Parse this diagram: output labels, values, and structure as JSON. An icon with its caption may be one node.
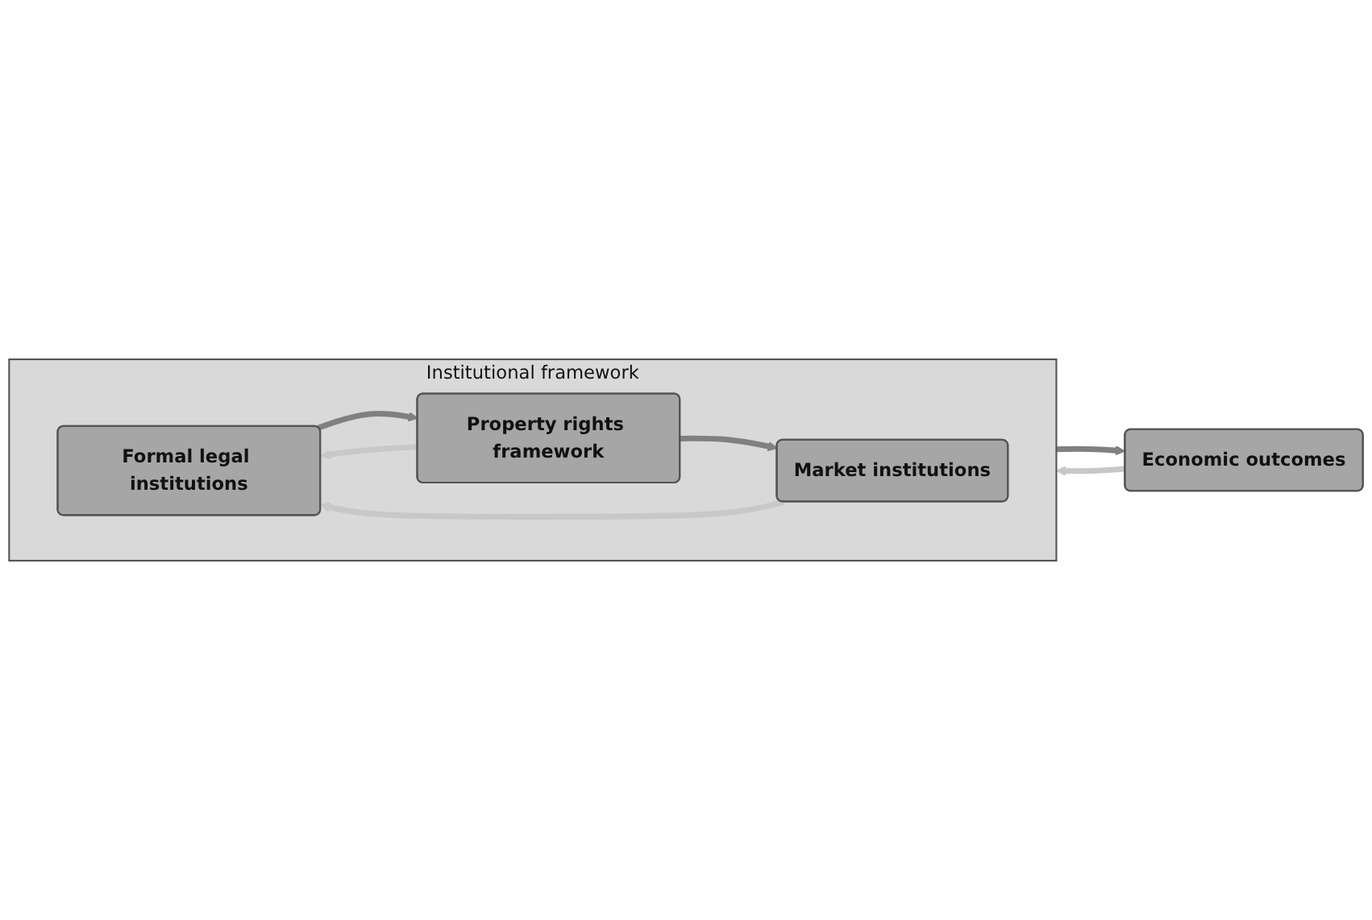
{
  "diagram": {
    "nodes": [
      {
        "text": [
          "Institutional framework"
        ]
      },
      {
        "text": [
          "Formal legal institutions"
        ],
        "in": 0
      },
      {
        "text": [
          "Property rights framework"
        ],
        "in": 0
      },
      {
        "text": [
          "Market institutions"
        ],
        "in": 0
      },
      {
        "text": [
          "Economic outcomes"
        ]
      }
    ],
    "edges": [
      {
        "from": 1,
        "to": 2,
        "arrow": "to"
      },
      {
        "from": 2,
        "to": 3,
        "arrow": "to"
      },
      {
        "from": 2,
        "to": 1,
        "arrow": "to",
        "color": "#c8c8c8"
      },
      {
        "from": 3,
        "to": 1,
        "arrow": "to",
        "color": "#c8c8c8"
      },
      {
        "from": 0,
        "to": 4,
        "arrow": "to"
      },
      {
        "from": 4,
        "to": 0,
        "arrow": "to",
        "color": "#c8c8c8"
      }
    ]
  }
}
